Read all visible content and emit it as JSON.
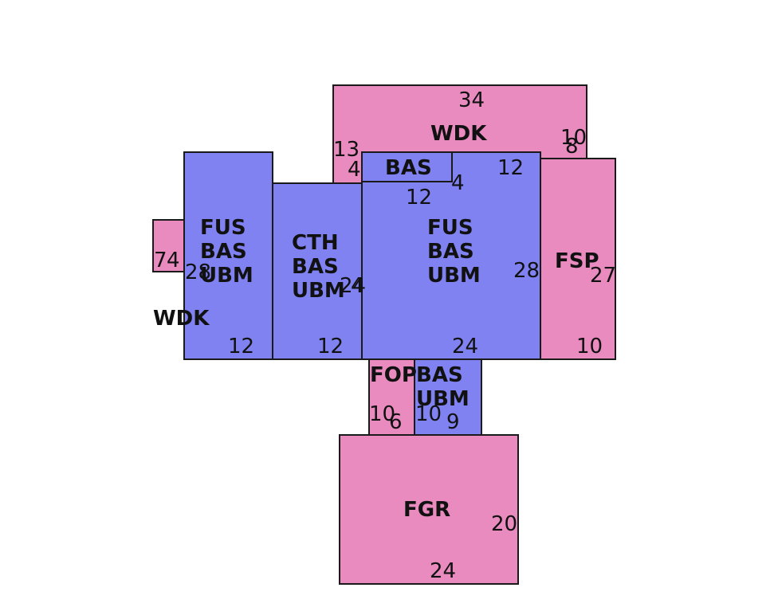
{
  "colors": {
    "pink_area": "#e98bbf",
    "blue_area": "#7f82f0",
    "outline": "#1a1a1a",
    "text": "#111111"
  },
  "areas": {
    "wdk_top": {
      "codes": [
        "WDK"
      ],
      "dims": [
        "34",
        "13",
        "10",
        "8"
      ]
    },
    "fus_left": {
      "codes": [
        "FUS",
        "BAS",
        "UBM"
      ],
      "dims": [
        "28",
        "12"
      ]
    },
    "wdk_left": {
      "codes": [
        "WDK"
      ],
      "dims": [
        "7",
        "4"
      ]
    },
    "cth": {
      "codes": [
        "CTH",
        "BAS",
        "UBM"
      ],
      "dims": [
        "24",
        "12"
      ]
    },
    "bas_small": {
      "codes": [
        "BAS"
      ],
      "dims": [
        "4",
        "12",
        "4"
      ]
    },
    "fus_main": {
      "codes": [
        "FUS",
        "BAS",
        "UBM"
      ],
      "dims": [
        "12",
        "28",
        "24",
        "4"
      ]
    },
    "fsp": {
      "codes": [
        "FSP"
      ],
      "dims": [
        "27",
        "10"
      ]
    },
    "fop": {
      "codes": [
        "FOP"
      ],
      "dims": [
        "10",
        "6"
      ]
    },
    "bas_ubm": {
      "codes": [
        "BAS",
        "UBM"
      ],
      "dims": [
        "10",
        "9"
      ]
    },
    "fgr": {
      "codes": [
        "FGR"
      ],
      "dims": [
        "20",
        "24"
      ]
    }
  }
}
